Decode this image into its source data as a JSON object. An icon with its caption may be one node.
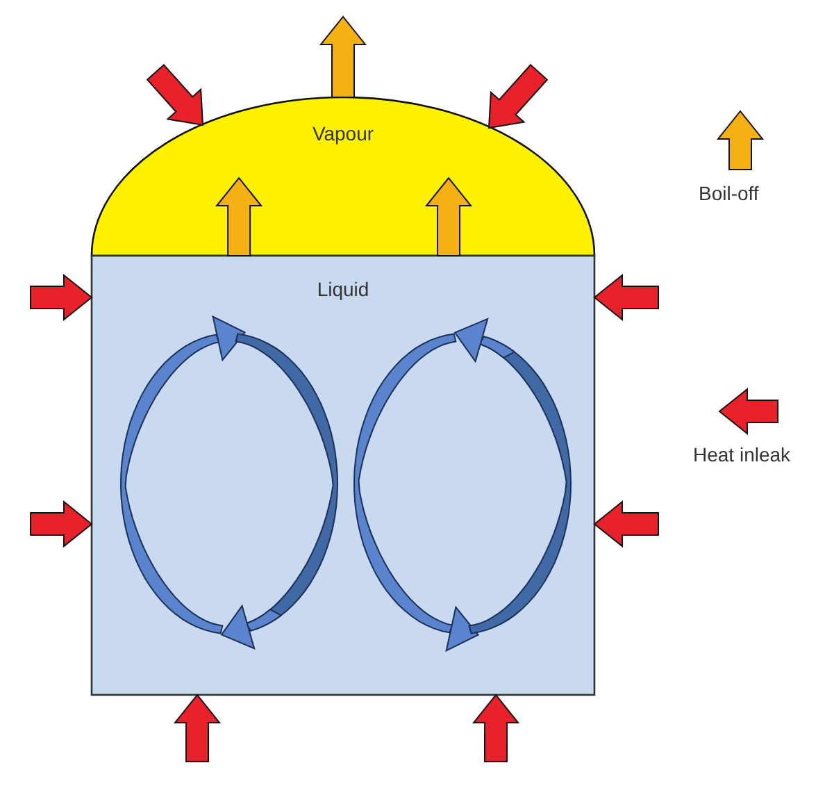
{
  "diagram": {
    "nodes": [
      {
        "text": [
          "Vapour"
        ]
      },
      {
        "text": [
          "Liquid"
        ]
      }
    ],
    "edges": [
      {
        "from": null,
        "to": 0,
        "arrow": "to"
      },
      {
        "from": null,
        "to": 0,
        "arrow": "to"
      },
      {
        "from": 0,
        "to": null,
        "arrow": "to",
        "color": "#f5b014"
      },
      {
        "from": 1,
        "to": 0,
        "arrow": "to",
        "color": "#f5b014"
      },
      {
        "from": 1,
        "to": 0,
        "arrow": "to",
        "color": "#f5b014"
      },
      {
        "from": null,
        "to": 1,
        "arrow": "to"
      },
      {
        "from": null,
        "to": 1,
        "arrow": "to"
      },
      {
        "from": null,
        "to": 1,
        "arrow": "to"
      },
      {
        "from": null,
        "to": 1,
        "arrow": "to"
      },
      {
        "from": null,
        "to": 1,
        "arrow": "to"
      },
      {
        "from": null,
        "to": 1,
        "arrow": "to"
      }
    ],
    "legend": [
      {
        "text": "Boil-off"
      },
      {
        "text": "Heat inleak"
      }
    ]
  }
}
